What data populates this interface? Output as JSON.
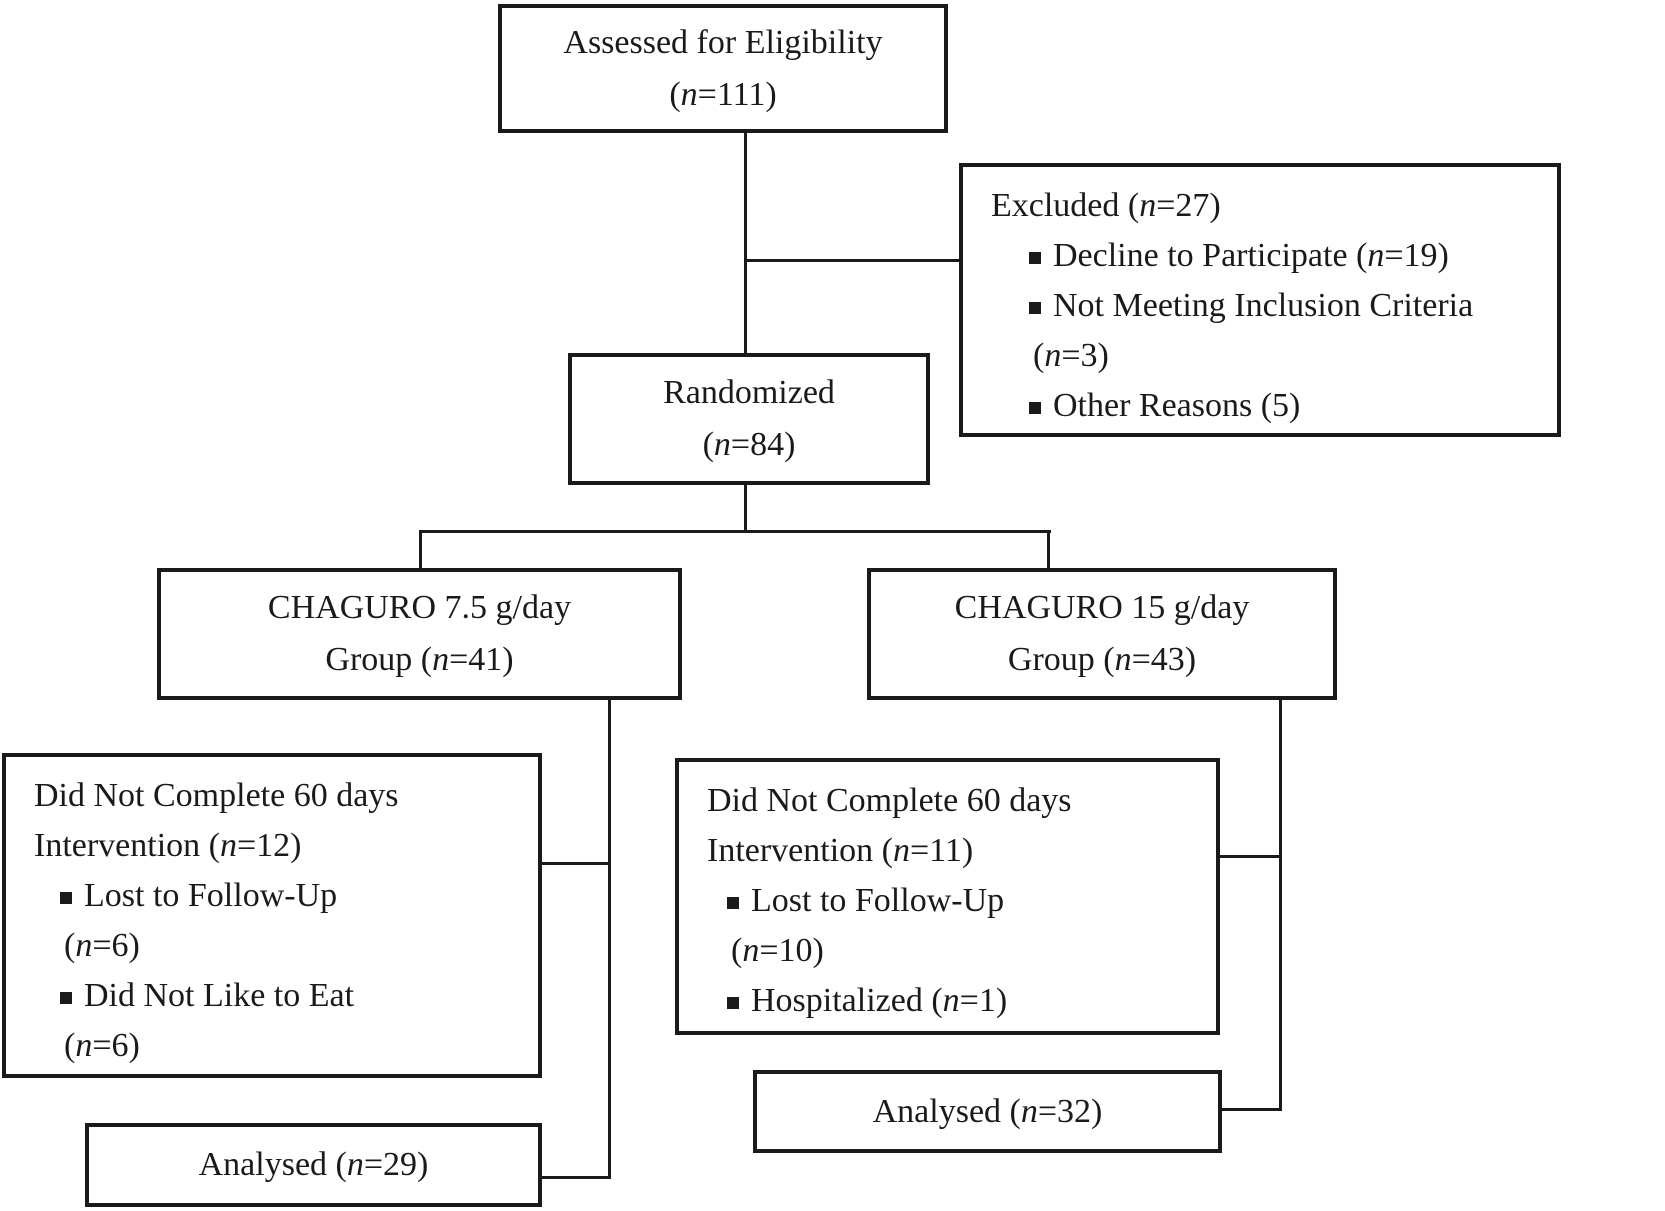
{
  "figure": {
    "ink": "#1a1a1a",
    "background": "#ffffff"
  },
  "boxes": {
    "assessed": {
      "lines": [
        "Assessed for Eligibility",
        "(n=111)"
      ]
    },
    "excluded": {
      "title": "Excluded (n=27)",
      "items": [
        {
          "lines": [
            "Decline to Participate (n=19)"
          ]
        },
        {
          "lines": [
            "Not Meeting Inclusion Criteria",
            "(n=3)"
          ]
        },
        {
          "lines": [
            "Other Reasons (5)"
          ]
        }
      ]
    },
    "randomized": {
      "lines": [
        "Randomized",
        "(n=84)"
      ]
    },
    "group_75": {
      "lines": [
        "CHAGURO 7.5 g/day",
        "Group (n=41)"
      ]
    },
    "group_15": {
      "lines": [
        "CHAGURO 15 g/day",
        "Group (n=43)"
      ]
    },
    "dropout_75": {
      "title_lines": [
        "Did Not Complete 60 days",
        "Intervention (n=12)"
      ],
      "items": [
        {
          "lines": [
            "Lost to Follow-Up",
            "(n=6)"
          ]
        },
        {
          "lines": [
            "Did Not Like to Eat",
            "(n=6)"
          ]
        }
      ]
    },
    "dropout_15": {
      "title_lines": [
        "Did Not Complete 60 days",
        "Intervention (n=11)"
      ],
      "items": [
        {
          "lines": [
            "Lost to Follow-Up",
            "(n=10)"
          ]
        },
        {
          "lines": [
            "Hospitalized (n=1)"
          ]
        }
      ]
    },
    "analysed_75": {
      "lines": [
        "Analysed (n=29)"
      ]
    },
    "analysed_15": {
      "lines": [
        "Analysed (n=32)"
      ]
    }
  }
}
